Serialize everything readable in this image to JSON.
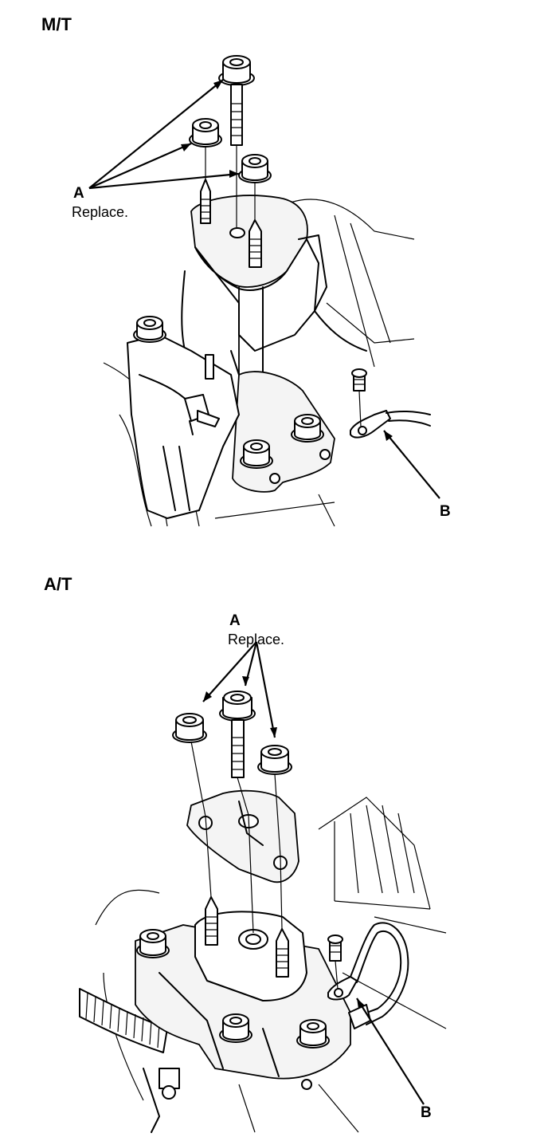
{
  "sections": [
    {
      "title": "M/T",
      "callout_a": {
        "letter": "A",
        "note": "Replace."
      },
      "callout_b": {
        "letter": "B"
      }
    },
    {
      "title": "A/T",
      "callout_a": {
        "letter": "A",
        "note": "Replace."
      },
      "callout_b": {
        "letter": "B"
      }
    }
  ],
  "colors": {
    "ink": "#000000",
    "paper": "#ffffff"
  },
  "icons": [
    "flange-nut-icon",
    "flange-bolt-icon",
    "stud-icon",
    "ground-terminal-icon"
  ]
}
